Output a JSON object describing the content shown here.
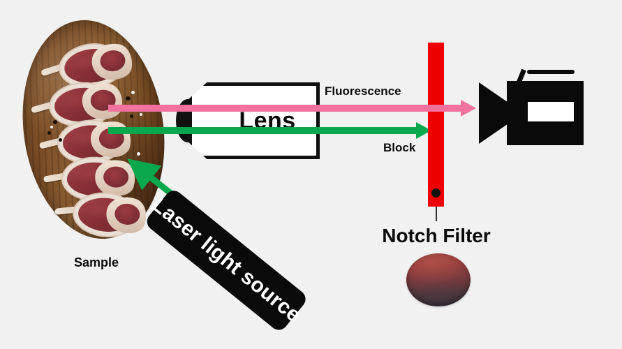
{
  "diagram": {
    "background_color": "#f1f1f1",
    "labels": {
      "sample": "Sample",
      "lens": "Lens",
      "fluorescence": "Fluorescence",
      "block": "Block",
      "notch_filter": "Notch Filter",
      "laser_light_source": "Laser light source"
    },
    "colors": {
      "fluorescence_beam": "#f2719f",
      "excitation_beam": "#0aa84c",
      "notch_filter": "#ee0000",
      "camera": "#0a0a0a",
      "laser_box": "#0a0a0a",
      "board_wood": "#7d4f28",
      "meat": "#8b3038",
      "optic_top": "#a04440",
      "optic_bottom": "#3b343f"
    },
    "icons": {
      "camera": "video-camera-icon",
      "notch_optic": "optical-filter-disc-icon",
      "sample": "lamb-chops-on-wooden-board-photo"
    },
    "beams": [
      {
        "name": "fluorescence",
        "color": "#f2719f",
        "passes_filter": true,
        "label": "Fluorescence"
      },
      {
        "name": "scattered-excitation",
        "color": "#0aa84c",
        "passes_filter": false,
        "label": "Block"
      },
      {
        "name": "laser-excitation",
        "color": "#0aa84c",
        "direction": "source-to-sample"
      }
    ]
  }
}
